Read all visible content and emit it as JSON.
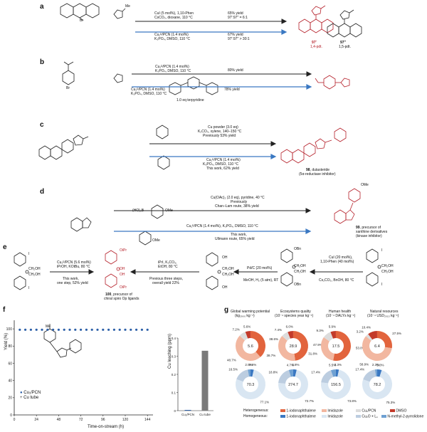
{
  "panels": {
    "a": {
      "label": "a",
      "reactant_sub": "Br",
      "reactant_me": "Me",
      "top_cond_1": "CuI (5 mol%), 1,10-Phen",
      "top_cond_2": "CsCO₃, dioxane, 110 °C",
      "top_res_1": "65% yield",
      "top_res_2": "97′:97″ = 6:1",
      "bot_cond_1": "Cu₁ᴰ/PCN (1.4 mol%)",
      "bot_cond_2": "K₃PO₄, DMSO, 110 °C",
      "bot_res_1": "67% yield",
      "bot_res_2": "97′:97″ > 30:1",
      "prod1_num": "97′",
      "prod1_desc": "1,4-pdt.",
      "prod2_num": "97″",
      "prod2_desc": "1,5-pdt."
    },
    "b": {
      "label": "b",
      "sub_br": "Br",
      "top_cond_1": "Cu₁ᴰ/PCN (1.4 mol%)",
      "top_cond_2": "K₃PO₄, DMSO, 110 °C",
      "top_yield": "80% yield",
      "bot_cond_1": "Cu₁ᴰ/PCN (1.4 mol%)",
      "bot_cond_2": "K₃PO₄, DMSO, 110 °C",
      "bot_yield": "78% yield",
      "additive": "1.0 eq terpyridine"
    },
    "c": {
      "label": "c",
      "top_cond_1": "Cu powder (3.0 eq)",
      "top_cond_2": "K₂CO₃, xylene, 140–150 °C",
      "top_cond_3": "Previously 53% yield",
      "bot_cond_1": "Cu₁ᴰ/PCN (1.4 mol%)",
      "bot_cond_2": "K₃PO₄, DMSO, 110 °C",
      "bot_cond_3": "This work, 62% yield",
      "prod_num": "98",
      "prod_name": ", dutasteride",
      "prod_desc": "(5α-reductase inhibitor)"
    },
    "d": {
      "label": "d",
      "boronic": "(HO)₂B",
      "ome": "OMe",
      "top_cond_1": "Cu(OAc)₂ (2.0 eq), pyridine, 40 °C",
      "top_cond_2": "Previously",
      "top_cond_3": "Chan–Lam route, 38% yield",
      "bot_cond_1": "Cu₁ᴰ/PCN (1.4 mol%), K₃PO₄, DMSO, 110 °C",
      "bot_cond_2": "This work,",
      "bot_cond_3": "Ullmann route, 65% yield",
      "prod_num": "99",
      "prod_desc_1": ", precursor of",
      "prod_desc_2": "xanthine derivatives",
      "prod_desc_3": "(kinase inhibitor)"
    },
    "e": {
      "label": "e",
      "left_cond_1": "Cu₁ᴰ/PCN (5.6 mol%)",
      "left_cond_2": "iPrOH, KOtBu, 80 °C",
      "left_cond_3": "This work,",
      "left_cond_4": "one step, 52% yield",
      "prod_num": "100",
      "prod_desc_1": ", precursor of",
      "prod_desc_2": "chiral spiro Op ligands",
      "mid_cond_1": "iPrI, K₂CO₃,",
      "mid_cond_2": "EtOH, 80 °C",
      "mid_cond_3": "Previous three steps,",
      "mid_cond_4": "overall yield 22%",
      "pd_cond_1": "Pd/C (20 mol%)",
      "pd_cond_2": "MeOH, H₂ (5 atm), RT",
      "right_cond_1": "CuI (20 mol%),",
      "right_cond_2": "1,10-Phen (40 mol%)",
      "right_cond_3": "Cs₂CO₃, BnOH, 80 °C",
      "oipr": "OiPr",
      "obn": "OBn",
      "ch2oh": "CH₂OH",
      "ohh": "OH",
      "iodo": "I"
    },
    "f": {
      "label": "f",
      "ylabel": "Yield (%)",
      "xlabel": "Time-on-stream (h)",
      "legend_1": "Cu₁/PCN",
      "legend_2": "Cu tube",
      "inset_ylabel": "Cu leaching (ppm)",
      "me": "Me"
    },
    "g": {
      "label": "g",
      "cat_titles": [
        [
          "Global warming potential",
          "(kg₂₉₀₀ kg⁻¹)"
        ],
        [
          "Ecosystems quality",
          "(10⁻⁴ species year kg⁻¹)"
        ],
        [
          "Human health",
          "(10⁻⁴ DALYs kg⁻¹)"
        ],
        [
          "Natural resources",
          "(10⁻⁴ USD₂₀₁₃ kg⁻¹)"
        ]
      ],
      "legend_het_label": "Heterogeneous:",
      "legend_hom_label": "Homogeneous:",
      "legend_items": [
        "1-iodonaphthalene",
        "Imidazole",
        "Cu₁/PCN",
        "DMSO"
      ],
      "legend_items_hom": [
        "1-iodonaphthalene",
        "Imidazole",
        "Cu₂O + L₁",
        "N-methyl-2-pyrrolidone"
      ]
    }
  },
  "chart_data": [
    {
      "type": "scatter",
      "xlabel": "Time-on-stream (h)",
      "ylabel": "Yield (%)",
      "xlim": [
        0,
        150
      ],
      "ylim": [
        0,
        110
      ],
      "xticks": [
        0,
        24,
        48,
        72,
        96,
        120,
        144
      ],
      "yticks": [
        0,
        20,
        40,
        60,
        80,
        100
      ],
      "series": [
        {
          "name": "Cu₁/PCN",
          "x": [
            6,
            12,
            18,
            24,
            30,
            36,
            42,
            48,
            54,
            60,
            66,
            72,
            78,
            84,
            90,
            96,
            102,
            108,
            114,
            120,
            126,
            132,
            138,
            144
          ],
          "y": [
            99,
            99,
            99,
            99,
            99,
            99,
            99,
            99,
            99,
            99,
            99,
            99,
            99,
            99,
            99,
            99,
            99,
            99,
            99,
            99,
            99,
            99,
            99,
            99
          ]
        }
      ]
    },
    {
      "type": "bar",
      "ylabel": "Cu leaching (ppm)",
      "categories": [
        "Cu₁/PCN",
        "Cu tube"
      ],
      "values": [
        0.004,
        0.33
      ],
      "ylim": [
        0,
        0.4
      ],
      "yticks": [
        0,
        0.1,
        0.2,
        0.3,
        0.4
      ]
    },
    {
      "type": "pie",
      "title": "Global warming potential",
      "subtitle": "(kg₂₉₀₀ kg⁻¹)",
      "rings": [
        {
          "group": "Heterogeneous",
          "center": "5.6",
          "slices": [
            38.6,
            48.7,
            7.2,
            5.6
          ]
        },
        {
          "group": "Homogeneous",
          "center": "70.3",
          "slices": [
            3.6,
            77.1,
            16.5,
            2.9
          ]
        }
      ]
    },
    {
      "type": "pie",
      "title": "Ecosystems quality",
      "subtitle": "(10⁻⁴ species year kg⁻¹)",
      "rings": [
        {
          "group": "Heterogeneous",
          "center": "28.9",
          "slices": [
            47.9,
            38.7,
            7.4,
            6.0
          ]
        },
        {
          "group": "Homogeneous",
          "center": "274.7",
          "slices": [
            3.8,
            72.7,
            18.8,
            4.7
          ]
        }
      ]
    },
    {
      "type": "pie",
      "title": "Human health",
      "subtitle": "(10⁻⁴ DALYs kg⁻¹)",
      "rings": [
        {
          "group": "Heterogeneous",
          "center": "17.5",
          "slices": [
            53.0,
            31.8,
            9.3,
            5.9
          ]
        },
        {
          "group": "Homogeneous",
          "center": "156.5",
          "slices": [
            3.3,
            73.8,
            17.4,
            5.5
          ]
        }
      ]
    },
    {
      "type": "pie",
      "title": "Natural resources",
      "subtitle": "(10⁻⁴ USD₂₀₁₃ kg⁻¹)",
      "rings": [
        {
          "group": "Heterogeneous",
          "center": "6.4",
          "slices": [
            27.5,
            58.9,
            3.2,
            10.4
          ]
        },
        {
          "group": "Homogeneous",
          "center": "78.2",
          "slices": [
            5.0,
            75.3,
            17.4,
            2.3
          ]
        }
      ]
    }
  ],
  "colors": {
    "reaction_red": "#b5202a",
    "arrow_blue": "#3a78c2",
    "het_palette": [
      "#e2643d",
      "#f2b7a0",
      "#dcdcdc",
      "#c33a2a"
    ],
    "hom_palette": [
      "#3a78c2",
      "#d9e6f2",
      "#bccde0",
      "#6ea0d2"
    ],
    "scatter_point": "#2c5fa8",
    "bar_fill": "#7a7a7a"
  }
}
